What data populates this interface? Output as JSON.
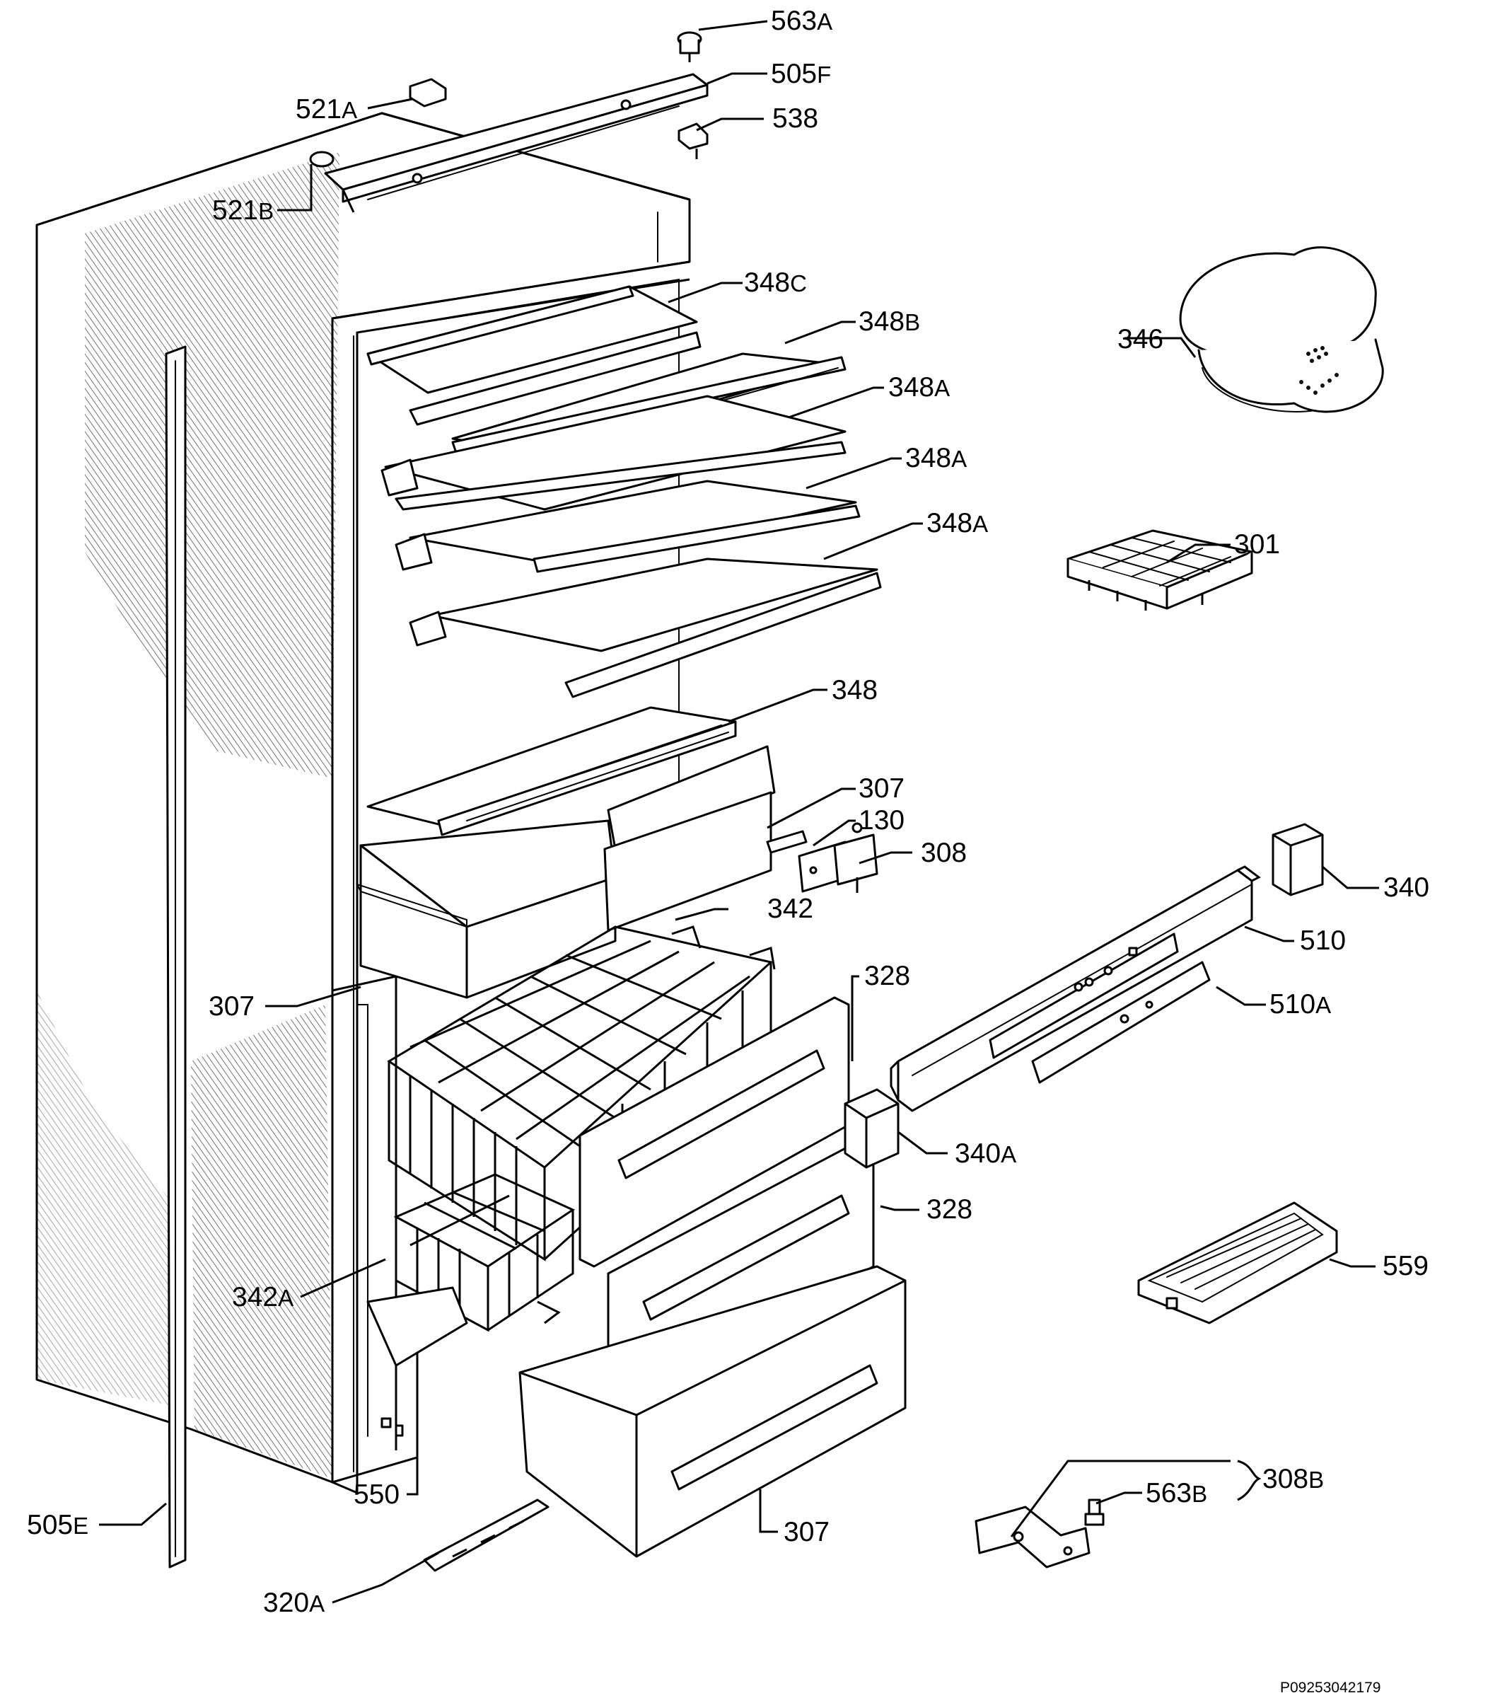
{
  "callouts": {
    "c563a": {
      "num": "563",
      "suffix": "A"
    },
    "c505f": {
      "num": "505",
      "suffix": "F"
    },
    "c521a": {
      "num": "521",
      "suffix": "A"
    },
    "c538": {
      "num": "538",
      "suffix": ""
    },
    "c521b": {
      "num": "521",
      "suffix": "B"
    },
    "c348c": {
      "num": "348",
      "suffix": "C"
    },
    "c348b": {
      "num": "348",
      "suffix": "B"
    },
    "c346": {
      "num": "346",
      "suffix": ""
    },
    "c348a1": {
      "num": "348",
      "suffix": "A"
    },
    "c348a2": {
      "num": "348",
      "suffix": "A"
    },
    "c348a3": {
      "num": "348",
      "suffix": "A"
    },
    "c301": {
      "num": "301",
      "suffix": ""
    },
    "c348": {
      "num": "348",
      "suffix": ""
    },
    "c307a": {
      "num": "307",
      "suffix": ""
    },
    "c130": {
      "num": "130",
      "suffix": ""
    },
    "c308": {
      "num": "308",
      "suffix": ""
    },
    "c340": {
      "num": "340",
      "suffix": ""
    },
    "c342": {
      "num": "342",
      "suffix": ""
    },
    "c510": {
      "num": "510",
      "suffix": ""
    },
    "c307b": {
      "num": "307",
      "suffix": ""
    },
    "c328a": {
      "num": "328",
      "suffix": ""
    },
    "c510a": {
      "num": "510",
      "suffix": "A"
    },
    "c340a": {
      "num": "340",
      "suffix": "A"
    },
    "c328b": {
      "num": "328",
      "suffix": ""
    },
    "c559": {
      "num": "559",
      "suffix": ""
    },
    "c342a": {
      "num": "342",
      "suffix": "A"
    },
    "c308b": {
      "num": "308",
      "suffix": "B"
    },
    "c563b": {
      "num": "563",
      "suffix": "B"
    },
    "c550": {
      "num": "550",
      "suffix": ""
    },
    "c505e": {
      "num": "505",
      "suffix": "E"
    },
    "c307c": {
      "num": "307",
      "suffix": ""
    },
    "c320a": {
      "num": "320",
      "suffix": "A"
    }
  },
  "reference_code": "P09253042179"
}
